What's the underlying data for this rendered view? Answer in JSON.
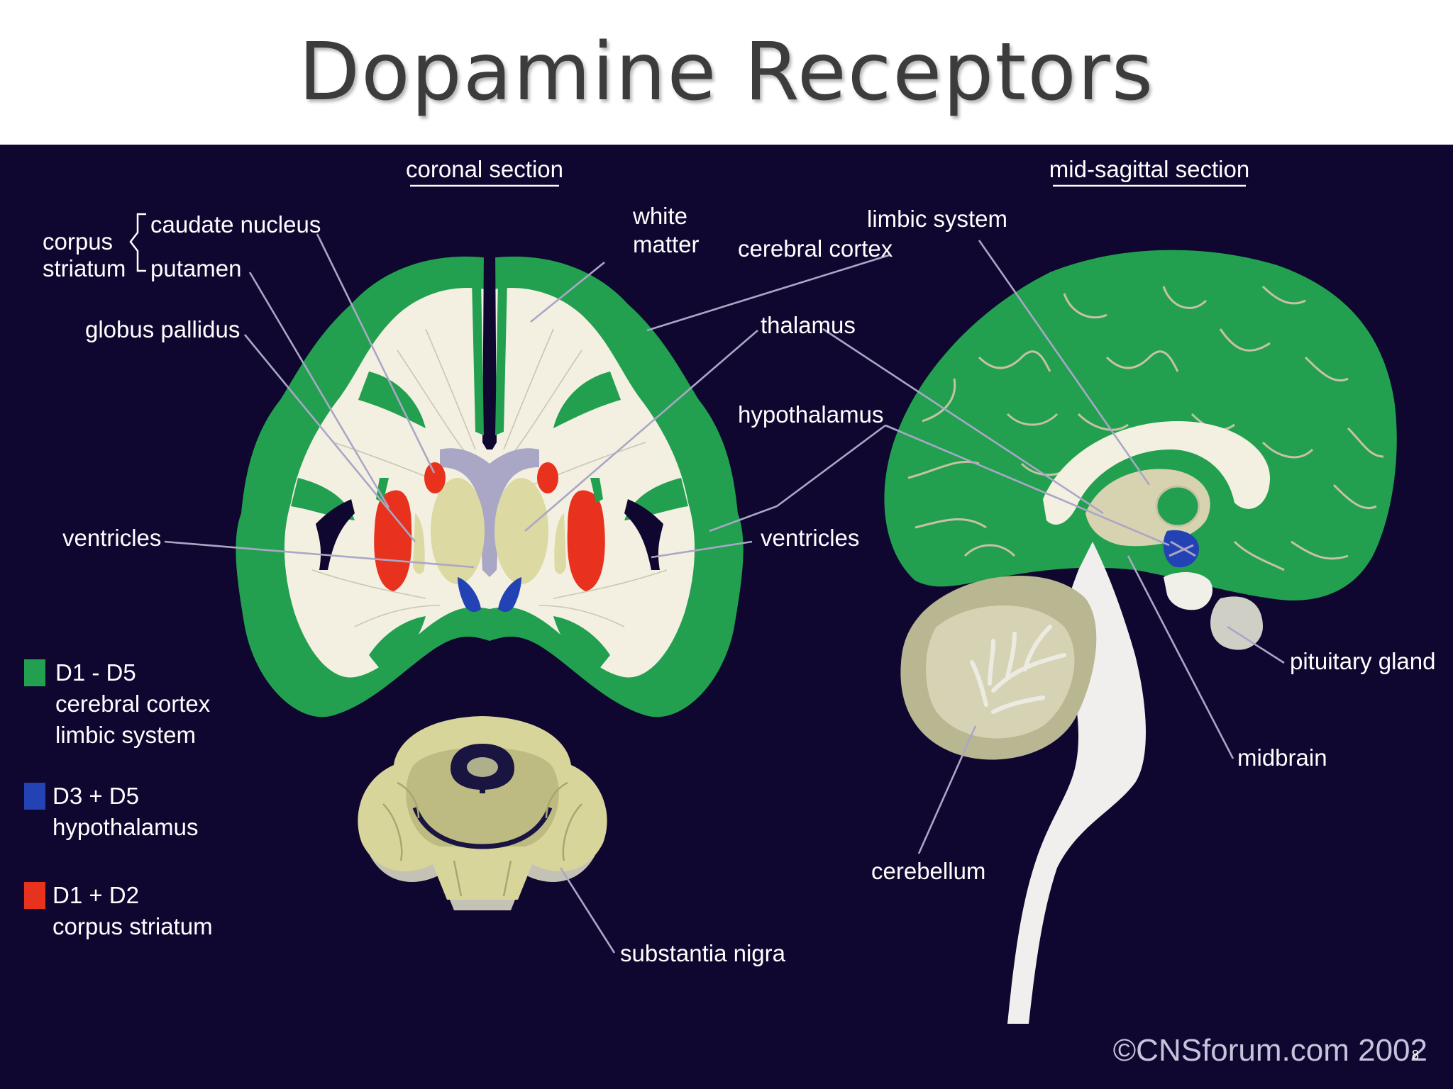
{
  "title": "Dopamine Receptors",
  "colors": {
    "background": "#0f0730",
    "d1_d5": "#22a050",
    "d3_d5": "#2343b4",
    "d1_d2": "#e8321e",
    "white_matter": "#f3f0e2",
    "grey_matter": "#d8d59a",
    "cerebellum": "#b9b692"
  },
  "diagram": {
    "coronal_heading": "coronal section",
    "sagittal_heading": "mid-sagittal section",
    "labels": {
      "corpus_striatum_1": "corpus",
      "corpus_striatum_2": "striatum",
      "caudate_nucleus": "caudate nucleus",
      "putamen": "putamen",
      "globus_pallidus": "globus pallidus",
      "white_matter_1": "white",
      "white_matter_2": "matter",
      "cerebral_cortex": "cerebral cortex",
      "thalamus": "thalamus",
      "hypothalamus": "hypothalamus",
      "ventricles_left": "ventricles",
      "ventricles_right": "ventricles",
      "limbic_system": "limbic system",
      "pituitary_gland": "pituitary gland",
      "midbrain": "midbrain",
      "cerebellum": "cerebellum",
      "substantia_nigra": "substantia nigra"
    },
    "legend": [
      {
        "receptors": "D1 - D5",
        "line1": "cerebral cortex",
        "line2": "limbic system",
        "color": "#22a050"
      },
      {
        "receptors": "D3 + D5",
        "line1": "hypothalamus",
        "line2": "",
        "color": "#2343b4"
      },
      {
        "receptors": "D1 + D2",
        "line1": "corpus striatum",
        "line2": "",
        "color": "#e8321e"
      }
    ],
    "credit": "©CNSforum.com 2002",
    "slide_number": "8"
  }
}
